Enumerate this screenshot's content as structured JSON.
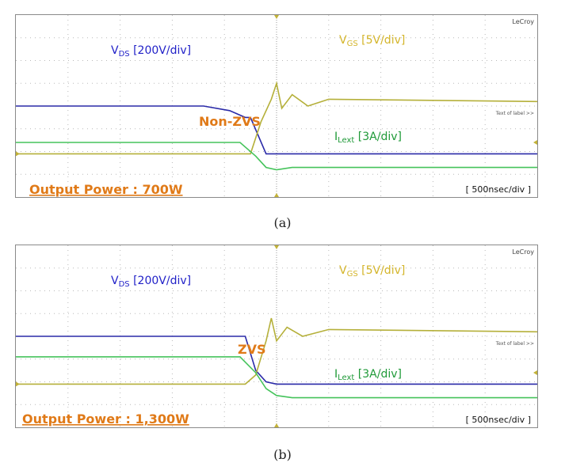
{
  "colors": {
    "vds": "#2a2aa8",
    "vgs": "#b5b03a",
    "ilext": "#45c35b",
    "gate_label": "#d4b52a",
    "current_label": "#1f9a38",
    "vds_label": "#2222c8",
    "annotation": "#e07a18",
    "grid": "#b9b9b9",
    "marker": "#c2b238"
  },
  "chart_data": [
    {
      "type": "line",
      "panel": "a",
      "brand": "LeCroy",
      "trace_label": "Text of label >>",
      "timebase": "[ 500nsec/div ]",
      "annotation": "Non-ZVS",
      "power_label": "Output Power : 700W",
      "caption": "(a)",
      "series": [
        {
          "name": "V",
          "sub": "DS",
          "scale": "[200V/div]",
          "x": [
            0,
            3.6,
            4.1,
            4.3,
            4.4,
            4.5,
            4.8,
            10
          ],
          "y": [
            4.0,
            4.0,
            3.8,
            3.6,
            3.5,
            3.5,
            1.9,
            1.9
          ]
        },
        {
          "name": "V",
          "sub": "GS",
          "scale": "[5V/div]",
          "x": [
            0,
            4.5,
            4.7,
            4.9,
            5.0,
            5.1,
            5.3,
            5.6,
            6.0,
            10
          ],
          "y": [
            1.9,
            1.9,
            3.3,
            4.3,
            5.0,
            3.9,
            4.5,
            4.0,
            4.3,
            4.2
          ]
        },
        {
          "name": "I",
          "sub": "Lext",
          "scale": "[3A/div]",
          "x": [
            0,
            4.3,
            4.6,
            4.8,
            5.0,
            5.3,
            10
          ],
          "y": [
            2.4,
            2.4,
            1.8,
            1.3,
            1.2,
            1.3,
            1.3
          ]
        }
      ]
    },
    {
      "type": "line",
      "panel": "b",
      "brand": "LeCroy",
      "trace_label": "Text of label >>",
      "timebase": "[ 500nsec/div ]",
      "annotation": "ZVS",
      "power_label": "Output Power : 1,300W",
      "caption": "(b)",
      "series": [
        {
          "name": "V",
          "sub": "DS",
          "scale": "[200V/div]",
          "x": [
            0,
            4.4,
            4.6,
            4.8,
            5.0,
            10
          ],
          "y": [
            4.0,
            4.0,
            2.5,
            2.0,
            1.9,
            1.9
          ]
        },
        {
          "name": "V",
          "sub": "GS",
          "scale": "[5V/div]",
          "x": [
            0,
            4.4,
            4.6,
            4.8,
            4.9,
            5.0,
            5.2,
            5.5,
            6.0,
            10
          ],
          "y": [
            1.9,
            1.9,
            2.3,
            3.8,
            4.8,
            3.8,
            4.4,
            4.0,
            4.3,
            4.2
          ]
        },
        {
          "name": "I",
          "sub": "Lext",
          "scale": "[3A/div]",
          "x": [
            0,
            4.3,
            4.6,
            4.8,
            5.0,
            5.3,
            10
          ],
          "y": [
            3.1,
            3.1,
            2.4,
            1.7,
            1.4,
            1.3,
            1.3
          ]
        }
      ]
    }
  ]
}
